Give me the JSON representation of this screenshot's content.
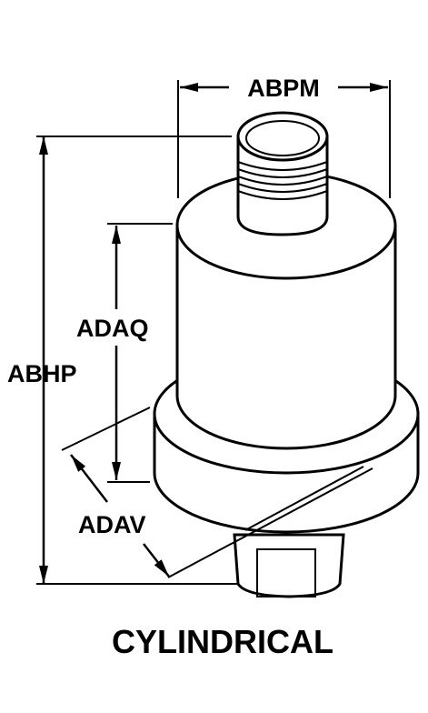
{
  "labels": {
    "abpm": "ABPM",
    "abhp": "ABHP",
    "adaq": "ADAQ",
    "adav": "ADAV"
  },
  "caption": "CYLINDRICAL",
  "colors": {
    "ink": "#000000",
    "background": "#ffffff"
  }
}
